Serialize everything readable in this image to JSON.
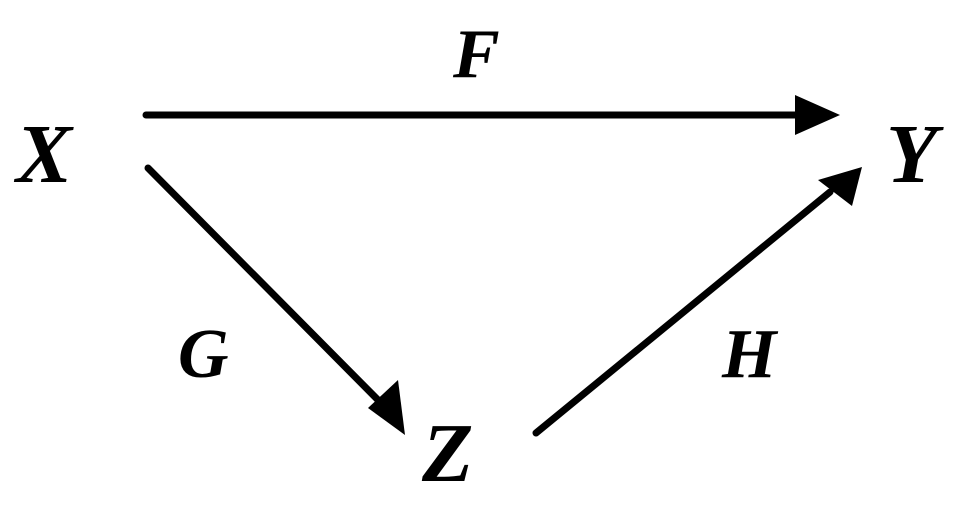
{
  "diagram": {
    "nodes": {
      "x": "X",
      "y": "Y",
      "z": "Z"
    },
    "edges": {
      "f": "F",
      "g": "G",
      "h": "H"
    }
  }
}
